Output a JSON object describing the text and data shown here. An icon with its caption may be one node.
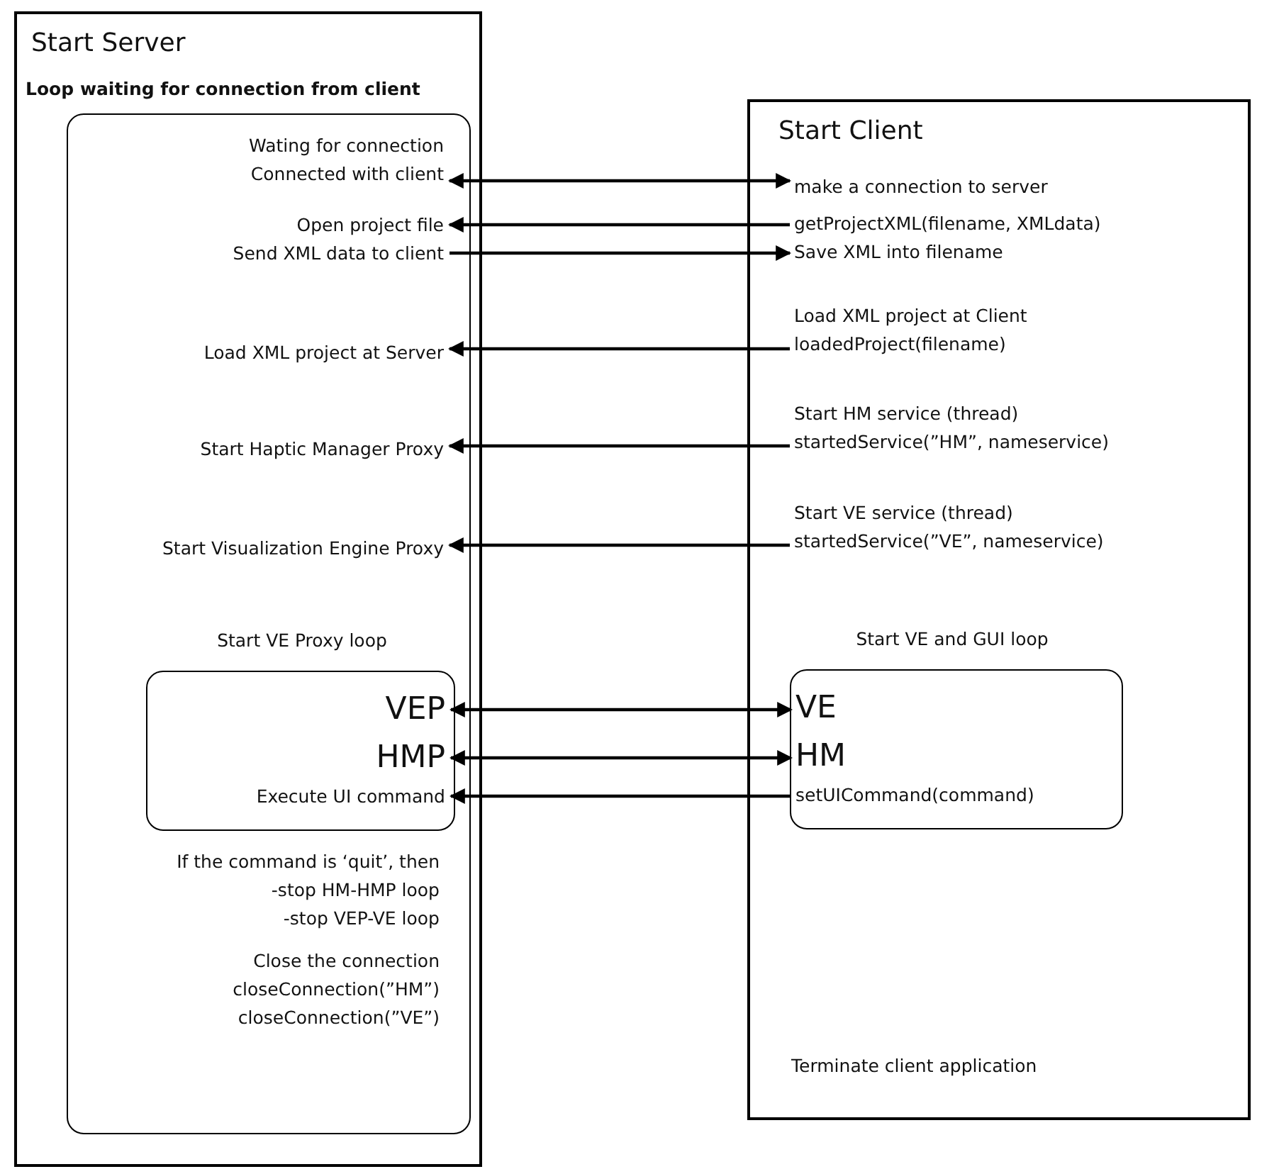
{
  "diagram": {
    "nodes": [
      {
        "text": [
          "Start Server"
        ]
      },
      {
        "text": [
          "Loop waiting for connection from client"
        ],
        "in": 0
      },
      {
        "text": [
          "Wating for connection",
          "Connected with client"
        ],
        "in": 1
      },
      {
        "text": [
          "Open project file"
        ],
        "in": 1
      },
      {
        "text": [
          "Send XML data to client"
        ],
        "in": 1
      },
      {
        "text": [
          "Load XML project at Server"
        ],
        "in": 1
      },
      {
        "text": [
          "Start Haptic Manager Proxy"
        ],
        "in": 1
      },
      {
        "text": [
          "Start Visualization Engine Proxy"
        ],
        "in": 1
      },
      {
        "text": [
          "Start VE Proxy loop"
        ],
        "in": 1
      },
      {
        "text": [
          "VEP"
        ],
        "in": 8
      },
      {
        "text": [
          "HMP"
        ],
        "in": 8
      },
      {
        "text": [
          "Execute UI command"
        ],
        "in": 8
      },
      {
        "text": [
          "Start Client"
        ]
      },
      {
        "text": [
          "make a connection to server"
        ],
        "in": 12
      },
      {
        "text": [
          "getProjectXML(filename, XMLdata)"
        ],
        "in": 12
      },
      {
        "text": [
          "Save XML into filename"
        ],
        "in": 12
      },
      {
        "text": [
          "Load XML project at Client",
          "loadedProject(filename)"
        ],
        "in": 12
      },
      {
        "text": [
          "Start HM service (thread)",
          "startedService(”HM”, nameservice)"
        ],
        "in": 12
      },
      {
        "text": [
          "Start VE service (thread)",
          "startedService(”VE”, nameservice)"
        ],
        "in": 12
      },
      {
        "text": [
          "Start VE and GUI loop"
        ],
        "in": 12
      },
      {
        "text": [
          "VE"
        ],
        "in": 19
      },
      {
        "text": [
          "HM"
        ],
        "in": 19
      },
      {
        "text": [
          "setUICommand(command)"
        ],
        "in": 19
      }
    ],
    "edges": [
      {
        "from": 2,
        "to": 13,
        "arrow": "both"
      },
      {
        "from": 14,
        "to": 3,
        "arrow": "to"
      },
      {
        "from": 4,
        "to": 15,
        "arrow": "to"
      },
      {
        "from": 16,
        "to": 5,
        "arrow": "to"
      },
      {
        "from": 17,
        "to": 6,
        "arrow": "to"
      },
      {
        "from": 18,
        "to": 7,
        "arrow": "to"
      },
      {
        "from": 9,
        "to": 20,
        "arrow": "both"
      },
      {
        "from": 10,
        "to": 21,
        "arrow": "both"
      },
      {
        "from": 22,
        "to": 11,
        "arrow": "to"
      }
    ],
    "labels": [
      "If the command is ‘quit’, then",
      "-stop HM-HMP loop",
      "-stop VEP-VE loop",
      "Close the connection",
      "closeConnection(”HM”)",
      "closeConnection(”VE”)",
      "Terminate client application"
    ]
  }
}
